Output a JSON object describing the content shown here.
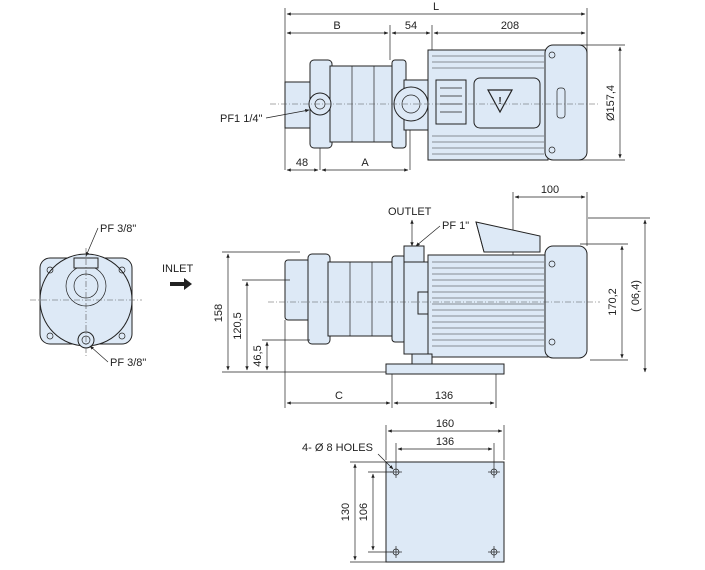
{
  "top_view": {
    "dim_L": "L",
    "dim_B": "B",
    "dim_54": "54",
    "dim_208": "208",
    "dim_48": "48",
    "dim_A": "A",
    "dim_dia": "Ø157,4",
    "port_label": "PF1 1/4\""
  },
  "side_view": {
    "dim_100": "100",
    "outlet_label": "OUTLET",
    "outlet_port": "PF 1\"",
    "dim_158": "158",
    "dim_120_5": "120,5",
    "dim_46_5": "46,5",
    "dim_170_2": "170,2",
    "dim_06_4": "( 06,4)",
    "dim_C": "C",
    "dim_136": "136"
  },
  "front_view": {
    "port_top": "PF 3/8\"",
    "port_bottom": "PF 3/8\"",
    "inlet_label": "INLET"
  },
  "base_view": {
    "dim_160": "160",
    "dim_136": "136",
    "holes_label": "4- Ø 8 HOLES",
    "dim_130": "130",
    "dim_106": "106"
  },
  "colors": {
    "body_fill": "#dde9f6",
    "line": "#222222"
  }
}
